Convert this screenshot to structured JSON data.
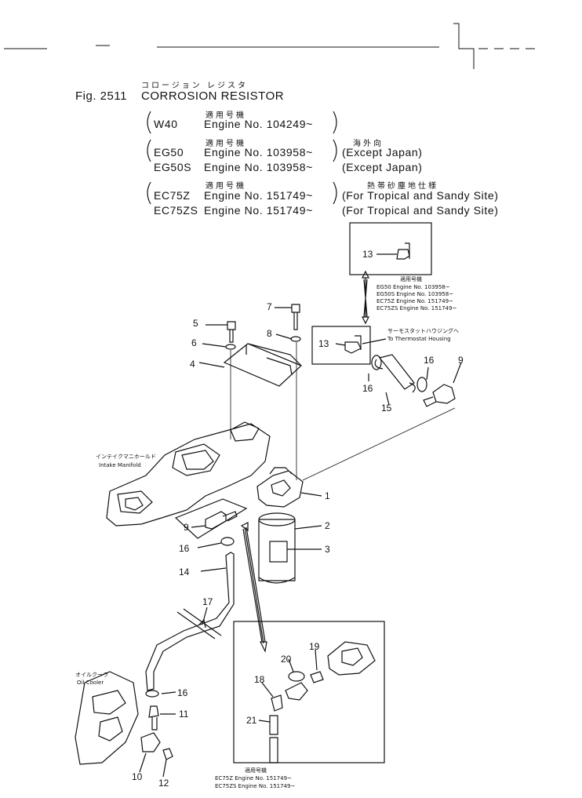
{
  "figure": {
    "number": "Fig. 2511",
    "title_jp": "コロージョン レジスタ",
    "title": "CORROSION RESISTOR"
  },
  "applicability": [
    {
      "jp": "適用号機",
      "model": "W40",
      "engine": "Engine No. 104249~",
      "note_jp": "",
      "note": ""
    },
    {
      "jp": "適用号機",
      "model": "EG50",
      "engine": "Engine No. 103958~",
      "note_jp": "海外向",
      "note": "(Except Japan)"
    },
    {
      "jp": "",
      "model": "EG50S",
      "engine": "Engine No. 103958~",
      "note_jp": "",
      "note": "(Except Japan)"
    },
    {
      "jp": "適用号機",
      "model": "EC75Z",
      "engine": "Engine No. 151749~",
      "note_jp": "熱帯砂塵地仕様",
      "note": "(For Tropical and Sandy Site)"
    },
    {
      "jp": "",
      "model": "EC75ZS",
      "engine": "Engine No. 151749~",
      "note_jp": "",
      "note": "(For Tropical and Sandy Site)"
    }
  ],
  "labels": {
    "intake_manifold_jp": "インテイクマニホールド",
    "intake_manifold": "Intake Manifold",
    "oil_cooler_jp": "オイルクーラ",
    "oil_cooler": "Oil Cooler",
    "thermostat_jp": "サーモスタットハウジングへ",
    "thermostat": "To Thermostat Housing"
  },
  "inset_top_note": {
    "jp": "適用号機",
    "lines": [
      "EG50     Engine No. 103958~",
      "EG50S   Engine No. 103958~",
      "EC75Z   Engine No. 151749~",
      "EC75ZS Engine No. 151749~"
    ]
  },
  "inset_bottom_note": {
    "jp": "適用号機",
    "lines": [
      "EC75Z   Engine No. 151749~",
      "EC75ZS Engine No. 151749~"
    ]
  },
  "callouts": [
    {
      "id": "c1",
      "text": "1"
    },
    {
      "id": "c2",
      "text": "2"
    },
    {
      "id": "c3",
      "text": "3"
    },
    {
      "id": "c4",
      "text": "4"
    },
    {
      "id": "c5",
      "text": "5"
    },
    {
      "id": "c6",
      "text": "6"
    },
    {
      "id": "c7",
      "text": "7"
    },
    {
      "id": "c8",
      "text": "8"
    },
    {
      "id": "c9a",
      "text": "9"
    },
    {
      "id": "c9b",
      "text": "9"
    },
    {
      "id": "c10",
      "text": "10"
    },
    {
      "id": "c11",
      "text": "11"
    },
    {
      "id": "c12",
      "text": "12"
    },
    {
      "id": "c13a",
      "text": "13"
    },
    {
      "id": "c13b",
      "text": "13"
    },
    {
      "id": "c14",
      "text": "14"
    },
    {
      "id": "c15",
      "text": "15"
    },
    {
      "id": "c16a",
      "text": "16"
    },
    {
      "id": "c16b",
      "text": "16"
    },
    {
      "id": "c16c",
      "text": "16"
    },
    {
      "id": "c16d",
      "text": "16"
    },
    {
      "id": "c17",
      "text": "17"
    },
    {
      "id": "c18",
      "text": "18"
    },
    {
      "id": "c19",
      "text": "19"
    },
    {
      "id": "c20",
      "text": "20"
    },
    {
      "id": "c21",
      "text": "21"
    }
  ]
}
